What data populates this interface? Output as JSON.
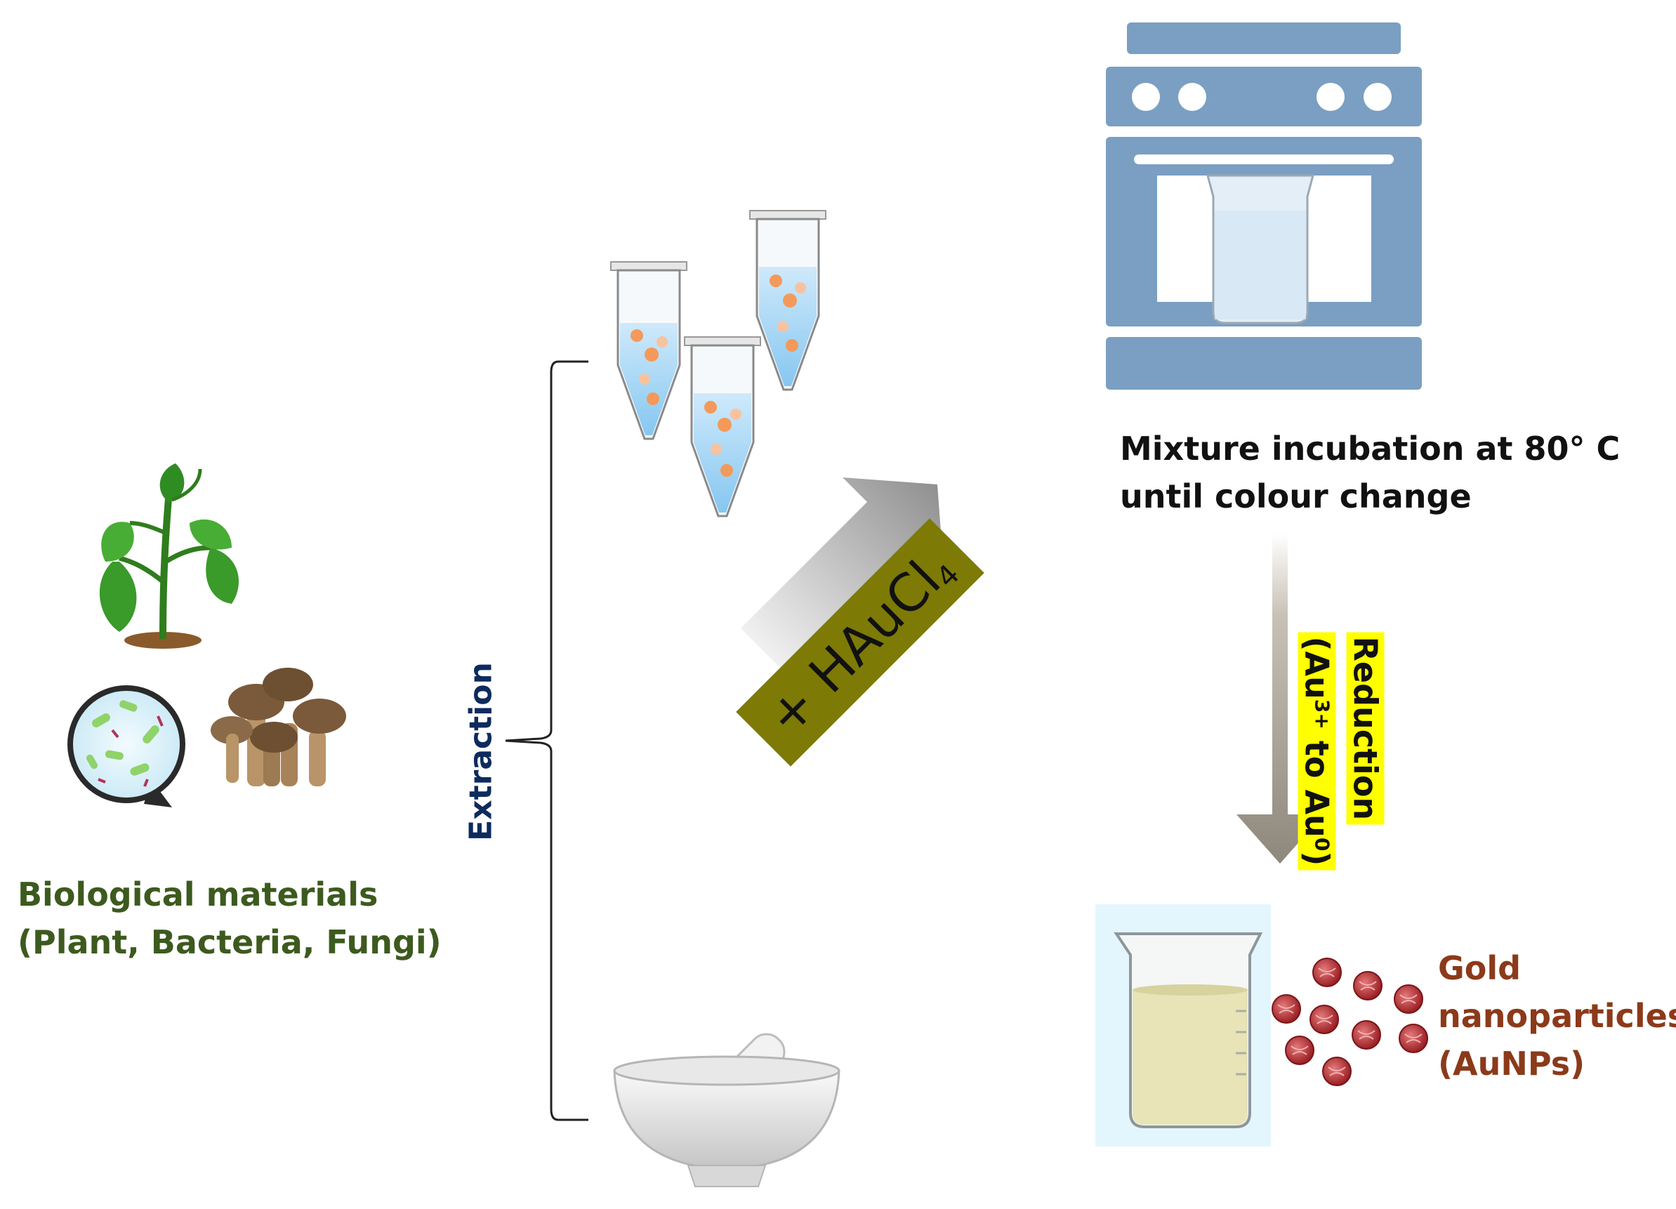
{
  "labels": {
    "bio_line1": "Biological materials",
    "bio_line2": "(Plant, Bacteria, Fungi)",
    "extraction": "Extraction",
    "haucl_prefix": "+ HAuCl",
    "haucl_sub": "4",
    "mix_line1": "Mixture incubation at 80° C",
    "mix_line2": "until colour change",
    "reduction_title": "Reduction",
    "reduction_a": "(Au",
    "reduction_a_sup": "3+",
    "reduction_b": " to Au",
    "reduction_b_sup": "0",
    "reduction_c": ")",
    "gold_line1": "Gold",
    "gold_line2": "nanoparticles",
    "gold_line3": "(AuNPs)"
  },
  "colors": {
    "bio_text": "#3d5a1e",
    "extraction_text": "#0d2b5e",
    "gold_text": "#8b3a1a",
    "haucl_bg": "#7d7a06",
    "highlight": "#ffff00",
    "oven": "#7a9fc2",
    "arrow_gray": "#9b948a"
  },
  "icons": {
    "plant": "plant-icon",
    "bacteria": "bacteria-petri-icon",
    "fungi": "mushroom-icon",
    "tubes": "eppendorf-tubes-icon",
    "mortar": "mortar-pestle-icon",
    "oven": "oven-icon",
    "beaker": "beaker-icon",
    "nanoparticles": "nanoparticles-icon"
  }
}
